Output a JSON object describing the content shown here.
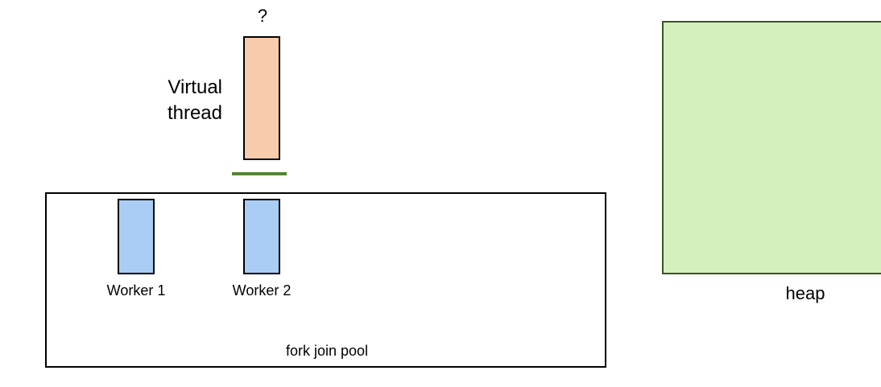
{
  "diagram": {
    "virtual_thread": {
      "label_line1": "Virtual",
      "label_line2": "thread",
      "question_mark": "?",
      "fill_color": "#f8cbad"
    },
    "mount_line_color": "#548235",
    "pool": {
      "label": "fork join pool",
      "workers": [
        {
          "label": "Worker 1",
          "fill_color": "#a9cdf5"
        },
        {
          "label": "Worker 2",
          "fill_color": "#a9cdf5"
        }
      ]
    },
    "heap": {
      "label": "heap",
      "fill_color": "#d5efbf",
      "border_color": "#375623"
    }
  }
}
